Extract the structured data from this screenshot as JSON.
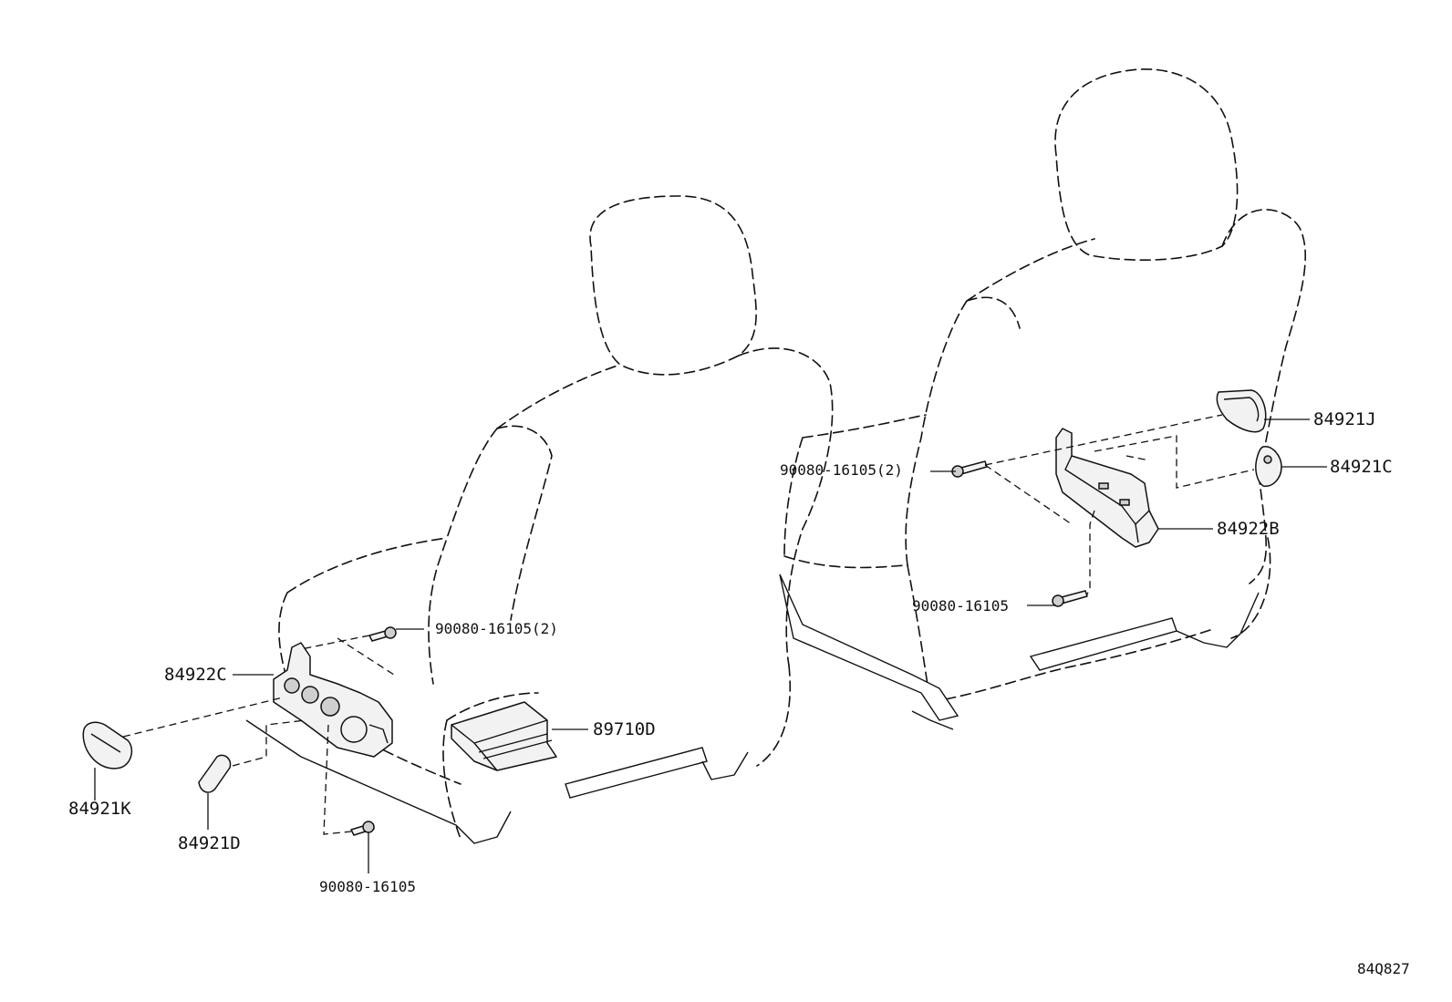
{
  "diagram_code": "84Q827",
  "labels": {
    "left_bolt_upper": "90080-16105(2)",
    "left_switch_assembly": "84922C",
    "left_module": "89710D",
    "left_knob_rear": "84921K",
    "left_knob_front": "84921D",
    "left_bolt_lower": "90080-16105",
    "right_bolt_upper": "90080-16105(2)",
    "right_knob_upper": "84921J",
    "right_knob_lower": "84921C",
    "right_switch_assembly": "84922B",
    "right_bolt_lower": "90080-16105"
  }
}
